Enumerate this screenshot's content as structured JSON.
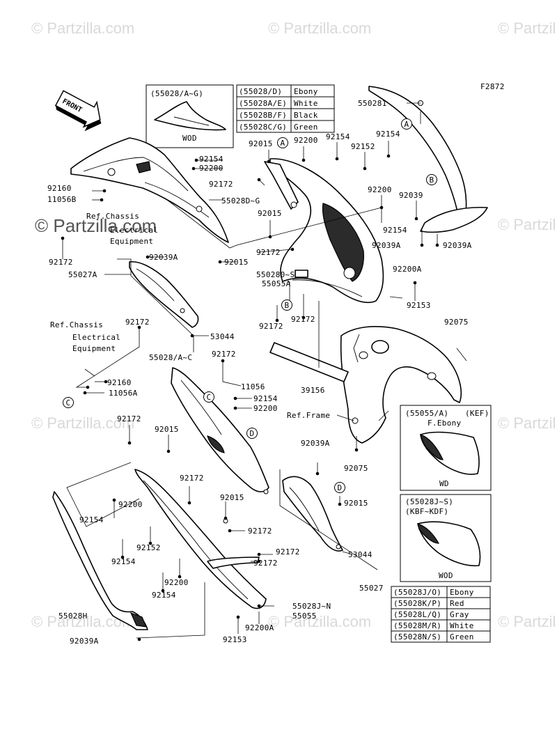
{
  "code": "F2872",
  "front_label": "FRONT",
  "watermark": "© Partzilla.com",
  "callout_letters": [
    "A",
    "B",
    "C",
    "D"
  ],
  "inset_top": {
    "header": "(55028/A~G)",
    "footer": "WOD"
  },
  "color_table_top": [
    {
      "code": "(55028/D)",
      "color": "Ebony"
    },
    {
      "code": "(55028A/E)",
      "color": "White"
    },
    {
      "code": "(55028B/F)",
      "color": "Black"
    },
    {
      "code": "(55028C/G)",
      "color": "Green"
    }
  ],
  "inset_kef": {
    "header": "(55055/A)",
    "market": "(KEF)",
    "color": "F.Ebony",
    "footer": "WD"
  },
  "inset_kbf": {
    "header": "(55028J~S)",
    "market": "(KBF~KDF)",
    "footer": "WOD"
  },
  "color_table_bottom": [
    {
      "code": "(55028J/O)",
      "color": "Ebony"
    },
    {
      "code": "(55028K/P)",
      "color": "Red"
    },
    {
      "code": "(55028L/Q)",
      "color": "Gray"
    },
    {
      "code": "(55028M/R)",
      "color": "White"
    },
    {
      "code": "(55028N/S)",
      "color": "Green"
    }
  ],
  "refs": {
    "chassis_1": [
      "Ref.Chassis",
      "Electrical",
      "Equipment"
    ],
    "chassis_2": [
      "Ref.Chassis",
      "Electrical",
      "Equipment"
    ],
    "frame": "Ref.Frame"
  },
  "labels": [
    "92154",
    "92200",
    "55028D~G",
    "92160",
    "11056B",
    "92172",
    "92015",
    "92200",
    "92154",
    "92152",
    "92154",
    "550281",
    "92172",
    "92015",
    "92200",
    "92039",
    "92154",
    "92039A",
    "92039A",
    "92039A",
    "92015",
    "55027A",
    "92172",
    "550280~S",
    "55055A",
    "92200A",
    "92153",
    "92172",
    "92172",
    "53044",
    "92075",
    "92172",
    "55028/A~C",
    "92172",
    "11056",
    "92160",
    "11056A",
    "92154",
    "92200",
    "39156",
    "92172",
    "92015",
    "92039A",
    "92075",
    "92172",
    "92200",
    "92154",
    "92015",
    "92015",
    "92152",
    "92154",
    "92172",
    "92172",
    "92172",
    "92200",
    "92154",
    "53044",
    "55027",
    "55028H",
    "92039A",
    "55028J~N",
    "55055",
    "92200A",
    "92153"
  ]
}
